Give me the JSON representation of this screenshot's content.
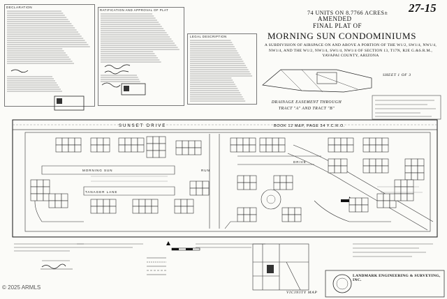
{
  "handwritten_number": "27-15",
  "title": {
    "units_line": "74 UNITS ON 8.7766 ACRES±",
    "amended": "AMENDED",
    "final_plat_of": "FINAL PLAT OF",
    "project_name": "MORNING SUN CONDOMINIUMS",
    "description": "A SUBDIVISION OF AIRSPACE ON AND ABOVE A PORTION OF THE W1/2, SW1/4, NW1/4, NW1/4, AND THE W1/2, NW1/4, SW1/4, NW1/4 OF SECTION 13, T17N, R2E G.&S.R.M., YAVAPAI COUNTY, ARIZONA"
  },
  "sheet": "SHEET 1 OF 3",
  "drainage_note": "DRAINAGE EASEMENT THROUGH TRACT \"A\" AND TRACT \"B\"",
  "left_headings": {
    "declaration": "DECLARATION",
    "ratification": "RATIFICATION AND APPROVAL OF PLAT",
    "legal_description": "LEGAL DESCRIPTION"
  },
  "streets": {
    "sunset_drive": "SUNSET DRIVE",
    "book_ref": "BOOK 12 M&P, PAGE 34 Y.C.R.O.",
    "morning_sun": "MORNING SUN",
    "tanager_lane": "TANAGER LANE",
    "drive": "DRIVE",
    "run": "RUN"
  },
  "vicinity_map": "VICINITY MAP",
  "firm": {
    "name": "LANDMARK ENGINEERING & SURVEYING, INC."
  },
  "watermark": "© 2025 ARMLS",
  "colors": {
    "ink": "#1a1a1a",
    "paper": "#fbfbf8"
  }
}
